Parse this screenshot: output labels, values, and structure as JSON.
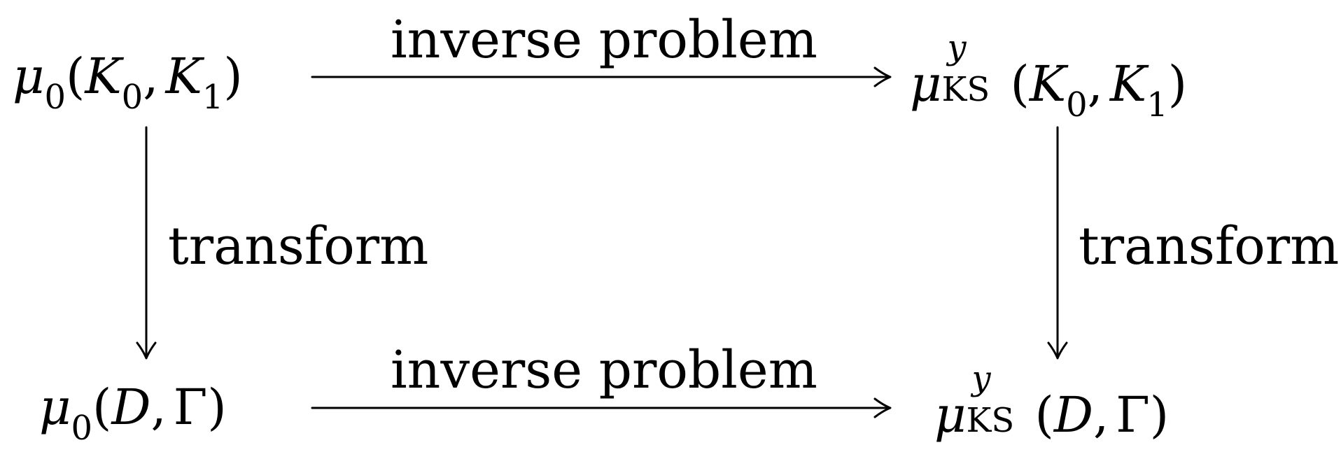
{
  "nodes": {
    "top_left": {
      "symbol": "μ",
      "sub": "0",
      "open": "(",
      "arg1": "K",
      "arg1_sub": "0",
      "comma": ",",
      "arg2": "K",
      "arg2_sub": "1",
      "close": ")"
    },
    "top_right": {
      "symbol": "μ",
      "sup": "y",
      "sub": "KS",
      "open": "(",
      "arg1": "K",
      "arg1_sub": "0",
      "comma": ",",
      "arg2": "K",
      "arg2_sub": "1",
      "close": ")"
    },
    "bottom_left": {
      "symbol": "μ",
      "sub": "0",
      "open": "(",
      "arg1": "D",
      "comma": ",",
      "arg2": "Γ",
      "close": ")"
    },
    "bottom_right": {
      "symbol": "μ",
      "sup": "y",
      "sub": "KS",
      "open": "(",
      "arg1": "D",
      "comma": ",",
      "arg2": "Γ",
      "close": ")"
    }
  },
  "edges": {
    "top": {
      "label": "inverse problem"
    },
    "bottom": {
      "label": "inverse problem"
    },
    "left": {
      "label": "transform"
    },
    "right": {
      "label": "transform"
    }
  }
}
